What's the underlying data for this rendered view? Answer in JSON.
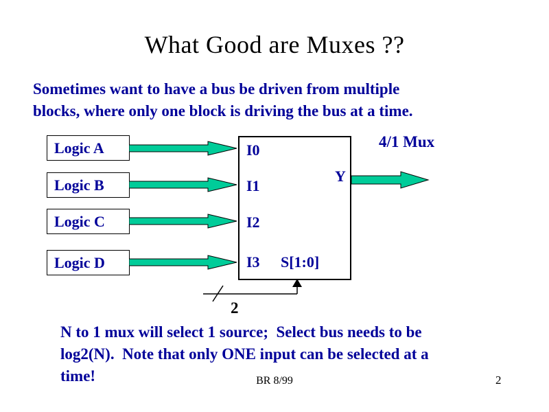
{
  "slide": {
    "title": "What Good are Muxes ??",
    "intro_lines": [
      "Sometimes want to have a bus be driven from multiple",
      "blocks, where only one block is driving the bus at a time."
    ],
    "note_lines": [
      "N to 1 mux will select 1 source;  Select bus needs to be",
      "log2(N).  Note that only ONE input can be selected at a",
      "time!"
    ],
    "footer_center": "BR 8/99",
    "page_number": "2"
  },
  "diagram": {
    "mux_label": "4/1 Mux",
    "output_label": "Y",
    "select_label": "S[1:0]",
    "bus_width": "2",
    "inputs": [
      {
        "block": "Logic A",
        "pin": "I0"
      },
      {
        "block": "Logic B",
        "pin": "I1"
      },
      {
        "block": "Logic C",
        "pin": "I2"
      },
      {
        "block": "Logic D",
        "pin": "I3"
      }
    ]
  },
  "colors": {
    "arrow_green": "#00CC99",
    "text_blue": "#000099",
    "outline_black": "#000000"
  }
}
